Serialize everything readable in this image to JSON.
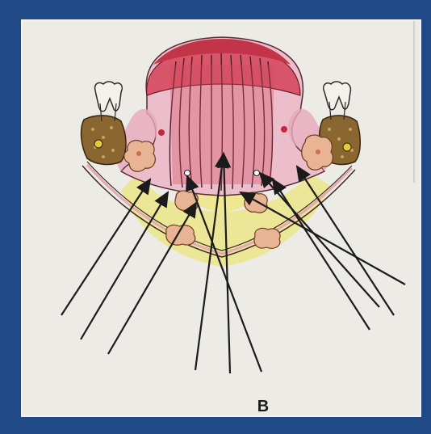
{
  "figure": {
    "panel_label": "B",
    "colors": {
      "frame": "#1f4a85",
      "paper": "#ecebe6",
      "mucosa": "#e9b6c6",
      "muscle": "#c9394d",
      "fat": "#ece58e",
      "bone": "#8a6630",
      "gland": "#e8b493",
      "needle": "#1b1b1b"
    },
    "icons": [
      "molar-tooth-left",
      "molar-tooth-right",
      "needle-arrow"
    ]
  }
}
